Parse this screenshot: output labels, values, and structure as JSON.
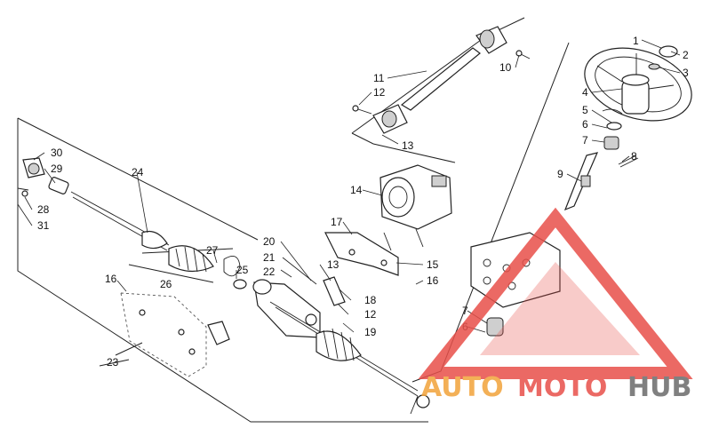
{
  "diagram": {
    "callouts": {
      "c1": "1",
      "c2": "2",
      "c3": "3",
      "c4": "4",
      "c5": "5",
      "c6a": "6",
      "c7a": "7",
      "c8": "8",
      "c9": "9",
      "c10": "10",
      "c11": "11",
      "c12a": "12",
      "c13a": "13",
      "c14": "14",
      "c17": "17",
      "c15": "15",
      "c16a": "16",
      "c13b": "13",
      "c18": "18",
      "c12b": "12",
      "c19": "19",
      "c20": "20",
      "c21": "21",
      "c22": "22",
      "c24": "24",
      "c30": "30",
      "c29": "29",
      "c28": "28",
      "c31": "31",
      "c27": "27",
      "c25": "25",
      "c26": "26",
      "c16b": "16",
      "c23": "23",
      "c7b": "7",
      "c6b": "6"
    }
  },
  "watermark": {
    "part1": "AUTO",
    "part2": "MOTO",
    "part3": "HUB",
    "color_red": "#e8504a",
    "color_orange": "#f2a33a",
    "color_gray": "#6b6b6b"
  }
}
